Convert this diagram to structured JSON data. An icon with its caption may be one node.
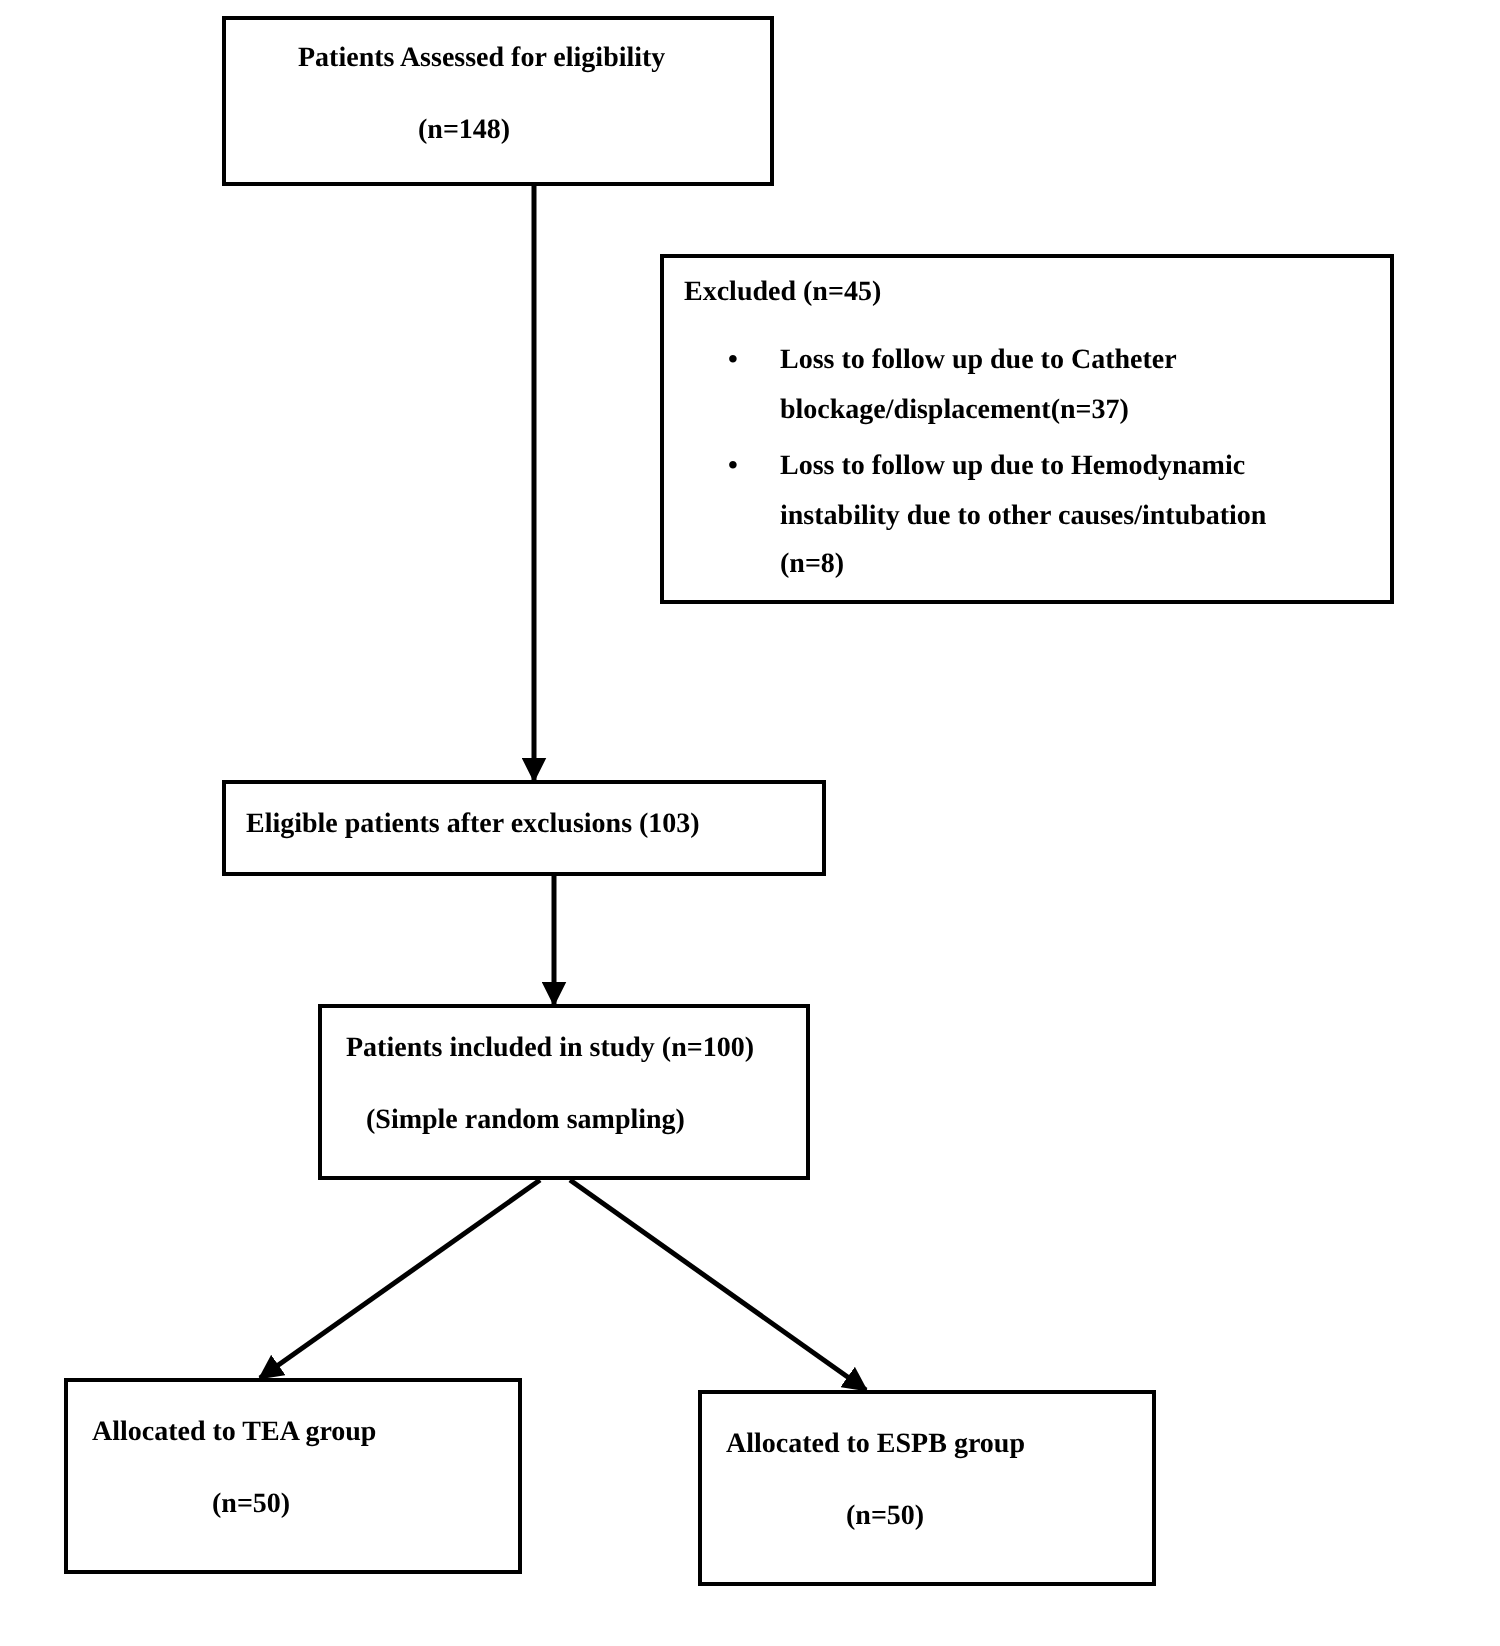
{
  "diagram": {
    "nodes": [
      {
        "text": [
          "Patients Assessed for eligibility",
          "(n=148)"
        ]
      },
      {
        "text": [
          "Excluded (n=45)",
          "Loss to follow up due to Catheter blockage/displacement(n=37)",
          "Loss to follow up due to Hemodynamic instability due to other causes/intubation (n=8)"
        ]
      },
      {
        "text": [
          "Eligible patients after exclusions (103)"
        ]
      },
      {
        "text": [
          "Patients included in study (n=100)",
          "(Simple random sampling)"
        ]
      },
      {
        "text": [
          "Allocated to TEA group",
          "(n=50)"
        ]
      },
      {
        "text": [
          "Allocated to ESPB group",
          "(n=50)"
        ]
      }
    ],
    "edges": [
      {
        "from": 0,
        "to": 2,
        "arrow": "to"
      },
      {
        "from": 2,
        "to": 3,
        "arrow": "to"
      },
      {
        "from": 3,
        "to": 4,
        "arrow": "to"
      },
      {
        "from": 3,
        "to": 5,
        "arrow": "to"
      }
    ],
    "labels": [
      "•",
      "•"
    ]
  }
}
